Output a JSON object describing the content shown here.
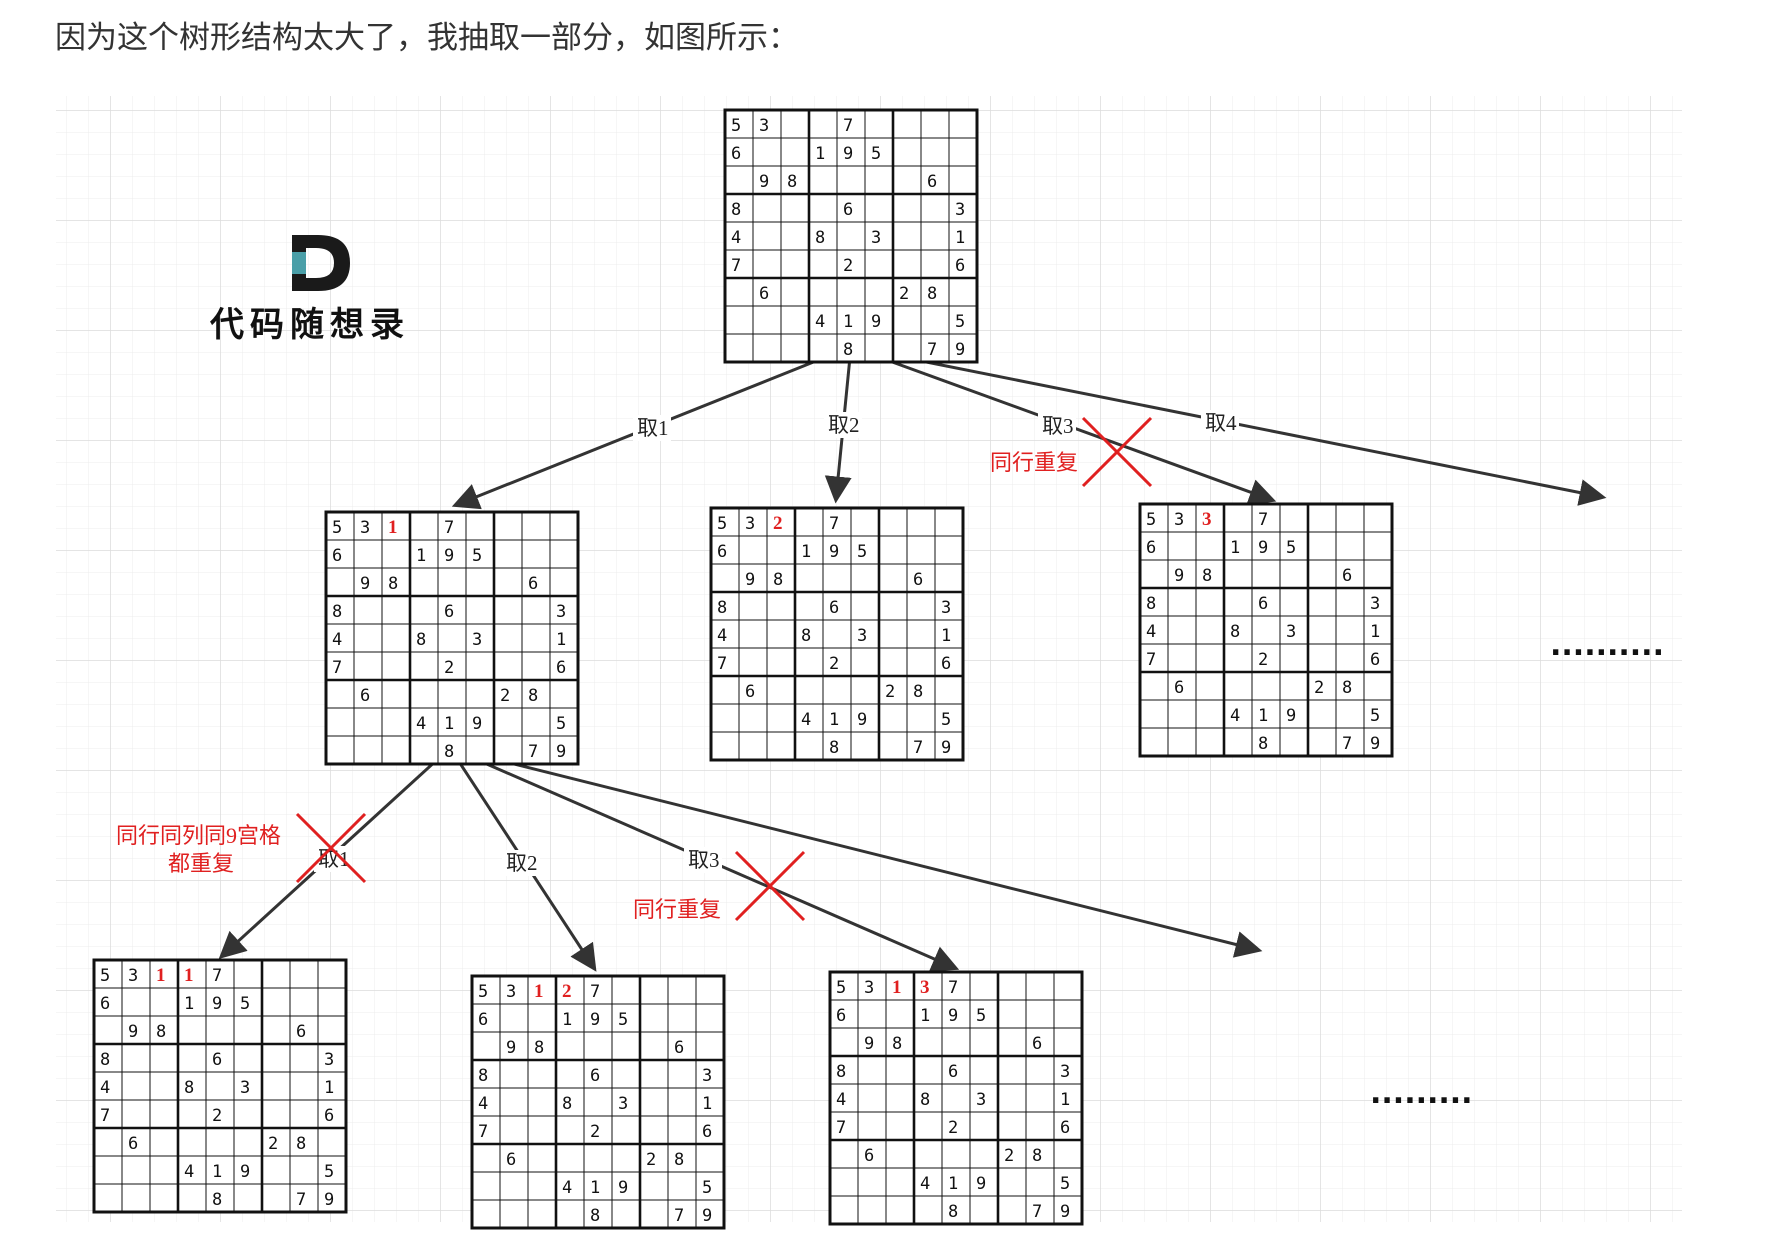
{
  "intro_text": "因为这个树形结构太大了，我抽取一部分，如图所示：",
  "logo": {
    "mark": "D",
    "text": "代码随想录"
  },
  "colors": {
    "red": "#e02020",
    "teal": "#4a9fa8",
    "grid": "#e6e6e6",
    "line": "#333333"
  },
  "base_board": [
    [
      "5",
      "3",
      "",
      "",
      "7",
      "",
      "",
      "",
      ""
    ],
    [
      "6",
      "",
      "",
      "1",
      "9",
      "5",
      "",
      "",
      ""
    ],
    [
      "",
      "9",
      "8",
      "",
      "",
      "",
      "",
      "6",
      ""
    ],
    [
      "8",
      "",
      "",
      "",
      "6",
      "",
      "",
      "",
      "3"
    ],
    [
      "4",
      "",
      "",
      "8",
      "",
      "3",
      "",
      "",
      "1"
    ],
    [
      "7",
      "",
      "",
      "",
      "2",
      "",
      "",
      "",
      "6"
    ],
    [
      "",
      "6",
      "",
      "",
      "",
      "",
      "2",
      "8",
      ""
    ],
    [
      "",
      "",
      "",
      "4",
      "1",
      "9",
      "",
      "",
      "5"
    ],
    [
      "",
      "",
      "",
      "",
      "8",
      "",
      "",
      "7",
      "9"
    ]
  ],
  "boards": [
    {
      "id": "root",
      "filled": []
    },
    {
      "id": "take1",
      "filled": [
        {
          "r": 0,
          "c": 2,
          "v": "1"
        }
      ]
    },
    {
      "id": "take2",
      "filled": [
        {
          "r": 0,
          "c": 2,
          "v": "2"
        }
      ]
    },
    {
      "id": "take3",
      "filled": [
        {
          "r": 0,
          "c": 2,
          "v": "3"
        }
      ]
    },
    {
      "id": "take1-1",
      "filled": [
        {
          "r": 0,
          "c": 2,
          "v": "1"
        },
        {
          "r": 0,
          "c": 3,
          "v": "1"
        }
      ]
    },
    {
      "id": "take1-2",
      "filled": [
        {
          "r": 0,
          "c": 2,
          "v": "1"
        },
        {
          "r": 0,
          "c": 3,
          "v": "2"
        }
      ]
    },
    {
      "id": "take1-3",
      "filled": [
        {
          "r": 0,
          "c": 2,
          "v": "1"
        },
        {
          "r": 0,
          "c": 3,
          "v": "3"
        }
      ]
    }
  ],
  "edges": [
    {
      "label": "取1"
    },
    {
      "label": "取2"
    },
    {
      "label": "取3"
    },
    {
      "label": "取4"
    },
    {
      "label": "取1"
    },
    {
      "label": "取2"
    },
    {
      "label": "取3"
    },
    {
      "label": ""
    }
  ],
  "notes": {
    "row_dup_1": "同行重复",
    "all_dup_line1": "同行同列同9宫格",
    "all_dup_line2": "都重复",
    "row_dup_2": "同行重复"
  },
  "ellipsis": [
    "..........",
    "........."
  ]
}
